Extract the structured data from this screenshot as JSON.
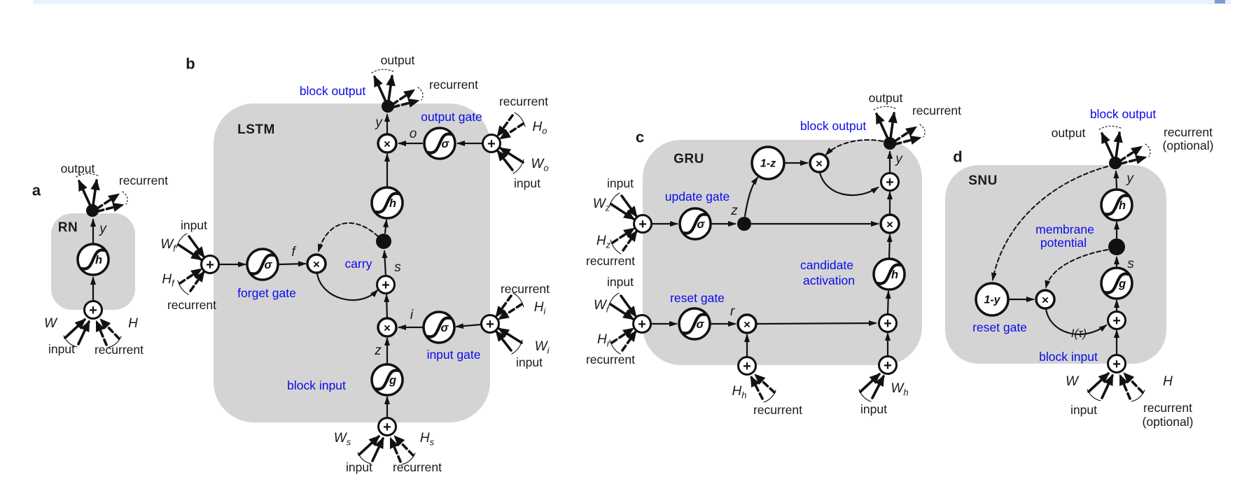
{
  "figure": {
    "colors": {
      "accent_blue": "#0a0aeb",
      "box_gray": "#d4d4d4",
      "top_strip": "#e9f1fc"
    },
    "glyphs": {
      "sigma": "σ",
      "unit_h": "h",
      "unit_g": "g",
      "plus": "+",
      "times": "×"
    },
    "panel_a": {
      "letter": "a",
      "title": "RN",
      "output_label": "output",
      "recurrent_out_label": "recurrent",
      "y": "y",
      "weight_w": "W",
      "weight_h": "H",
      "input_label": "input",
      "recurrent_in_label": "recurrent"
    },
    "panel_b": {
      "letter": "b",
      "title": "LSTM",
      "block_output": "block output",
      "output_label": "output",
      "recurrent_out_label": "recurrent",
      "y": "y",
      "output_gate": "output gate",
      "o": "o",
      "out_recurrent_label": "recurrent",
      "ho": {
        "b": "H",
        "s": "o"
      },
      "wo": {
        "b": "W",
        "s": "o"
      },
      "out_input_label": "input",
      "carry": "carry",
      "s": "s",
      "forget_gate": "forget gate",
      "f": "f",
      "forget_input_label": "input",
      "wf": {
        "b": "W",
        "s": "f"
      },
      "hf": {
        "b": "H",
        "s": "f"
      },
      "forget_recurrent_label": "recurrent",
      "input_gate": "input gate",
      "i": "i",
      "in_recurrent_label": "recurrent",
      "hi": {
        "b": "H",
        "s": "i"
      },
      "wi": {
        "b": "W",
        "s": "i"
      },
      "in_input_label": "input",
      "z": "z",
      "block_input": "block input",
      "ws": {
        "b": "W",
        "s": "s"
      },
      "hs": {
        "b": "H",
        "s": "s"
      },
      "bottom_input_label": "input",
      "bottom_recurrent_label": "recurrent"
    },
    "panel_c": {
      "letter": "c",
      "title": "GRU",
      "update_gate": "update gate",
      "z": "z",
      "one_minus_z": "1-z",
      "block_output": "block output",
      "output_label": "output",
      "recurrent_out_label": "recurrent",
      "y": "y",
      "candidate_line1": "candidate",
      "candidate_line2": "activation",
      "reset_gate": "reset gate",
      "r": "r",
      "z_input_label": "input",
      "wz": {
        "b": "W",
        "s": "z"
      },
      "hz": {
        "b": "H",
        "s": "z"
      },
      "z_recurrent_label": "recurrent",
      "r_input_label": "input",
      "wr": {
        "b": "W",
        "s": "r"
      },
      "hr": {
        "b": "H",
        "s": "r"
      },
      "r_recurrent_label": "recurrent",
      "hh": {
        "b": "H",
        "s": "h"
      },
      "h_recurrent_label": "recurrent",
      "wh": {
        "b": "W",
        "s": "h"
      },
      "h_input_label": "input"
    },
    "panel_d": {
      "letter": "d",
      "title": "SNU",
      "block_output": "block output",
      "output_label": "output",
      "recurrent_out_label": "recurrent",
      "recurrent_out_optional": "(optional)",
      "y": "y",
      "membrane_line1": "membrane",
      "membrane_line2": "potential",
      "s": "s",
      "one_minus_y": "1-y",
      "reset_gate": "reset gate",
      "i_tau": "I(τ)",
      "block_input": "block input",
      "weight_w": "W",
      "weight_h": "H",
      "input_label": "input",
      "recurrent_in_label": "recurrent",
      "recurrent_in_optional": "(optional)"
    }
  }
}
